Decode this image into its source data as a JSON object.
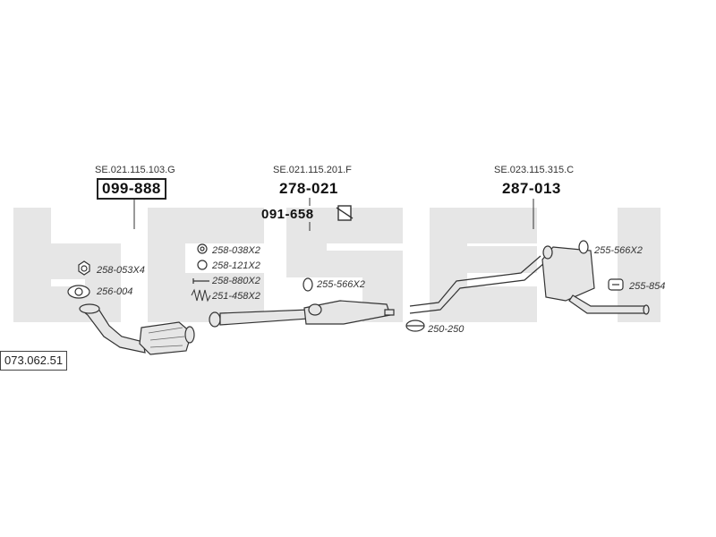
{
  "diagram_id": "073.062.51",
  "assemblies": [
    {
      "ref_code": "SE.021.115.103.G",
      "part_number": "099-888"
    },
    {
      "ref_code": "SE.021.115.201.F",
      "part_number": "278-021",
      "sub_part": "091-658"
    },
    {
      "ref_code": "SE.023.115.315.C",
      "part_number": "287-013"
    }
  ],
  "parts": {
    "nut": "258-053X4",
    "gasket": "256-004",
    "clamp1": "258-038X2",
    "washer": "258-121X2",
    "bolt": "258-880X2",
    "spring": "251-458X2",
    "mid_ring": "255-566X2",
    "mid_clamp": "250-250",
    "rear_ring": "255-566X2",
    "rear_hanger": "255-854"
  },
  "colors": {
    "watermark": "#e4e4e4",
    "pipe_fill": "#e6e6e6",
    "pipe_stroke": "#333333"
  }
}
